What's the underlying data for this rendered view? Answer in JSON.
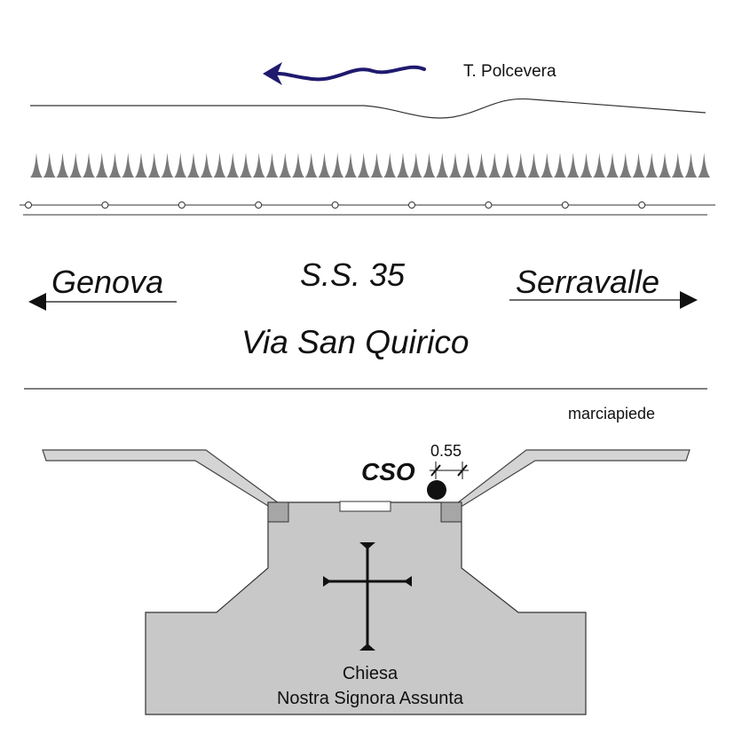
{
  "river": {
    "name": "T. Polcevera"
  },
  "road": {
    "name": "S.S. 35",
    "street": "Via San Quirico",
    "west_destination": "Genova",
    "east_destination": "Serravalle"
  },
  "sidewalk": {
    "label": "marciapiede"
  },
  "cso": {
    "label": "CSO",
    "dimension": "0.55"
  },
  "church": {
    "line1": "Chiesa",
    "line2": "Nostra Signora Assunta"
  },
  "colors": {
    "flow_arrow": "#1f1a6e",
    "building_fill": "#c8c8c8",
    "pillar_fill": "#a6a6a6",
    "sidewalk_fill": "#d4d4d4",
    "spike_fill": "#7a7a7a",
    "ink": "#111111"
  },
  "icons": {
    "flow": "river-flow-arrow-icon",
    "cross": "cross-icon",
    "left_arrow": "arrow-left-icon",
    "right_arrow": "arrow-right-icon"
  }
}
